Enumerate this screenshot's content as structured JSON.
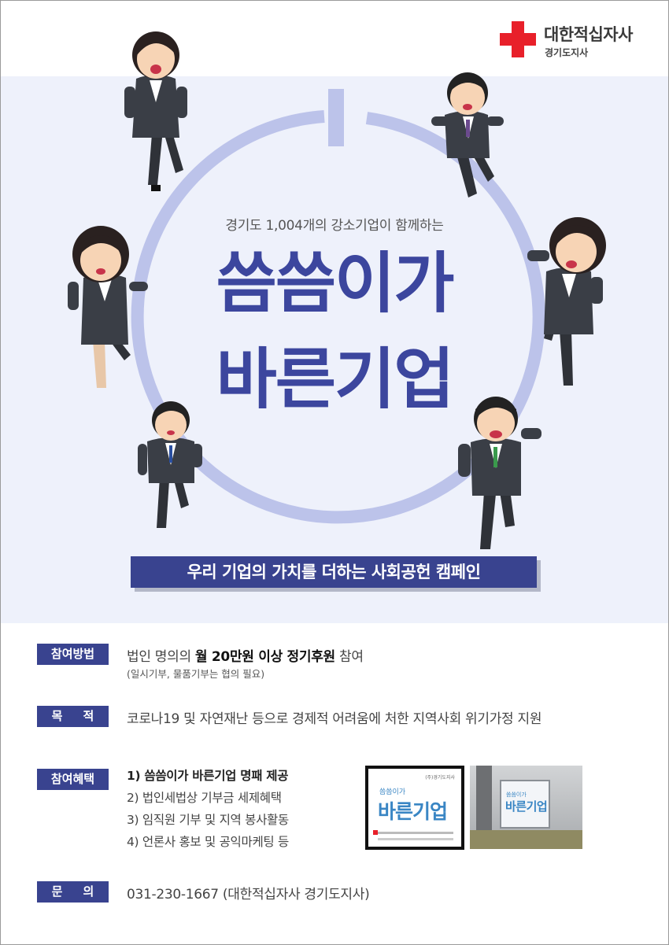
{
  "logo": {
    "name": "대한적십자사",
    "branch": "경기도지사",
    "color": "#e8202a"
  },
  "hero": {
    "subtitle": "경기도 1,004개의 강소기업이 함께하는",
    "title_line1": "씀씀이가",
    "title_line2": "바른기업",
    "banner": "우리 기업의 가치를 더하는 사회공헌 캠페인",
    "accent_color": "#3c469e",
    "ring_color": "#bcc3ea"
  },
  "info": {
    "method": {
      "label": "참여방법",
      "text_prefix": "법인 명의의 ",
      "text_bold": "월 20만원 이상 정기후원",
      "text_suffix": " 참여",
      "note": "(일시기부, 물품기부는 협의 필요)"
    },
    "purpose": {
      "label": "목     적",
      "text": "코로나19 및 자연재난 등으로 경제적 어려움에 처한 지역사회 위기가정 지원"
    },
    "benefits": {
      "label": "참여혜택",
      "items": [
        "1) 씀씀이가 바른기업 명패 제공",
        "2) 법인세법상 기부금 세제혜택",
        "3) 임직원 기부 및 지역 봉사활동",
        "4) 언론사 홍보 및 공익마케팅 등"
      ],
      "plaque": {
        "small_text": "(주)경기도지사",
        "line1": "씀씀이가",
        "line2": "바른기업"
      }
    },
    "contact": {
      "label": "문     의",
      "text": "031-230-1667 (대한적십자사 경기도지사)"
    }
  }
}
